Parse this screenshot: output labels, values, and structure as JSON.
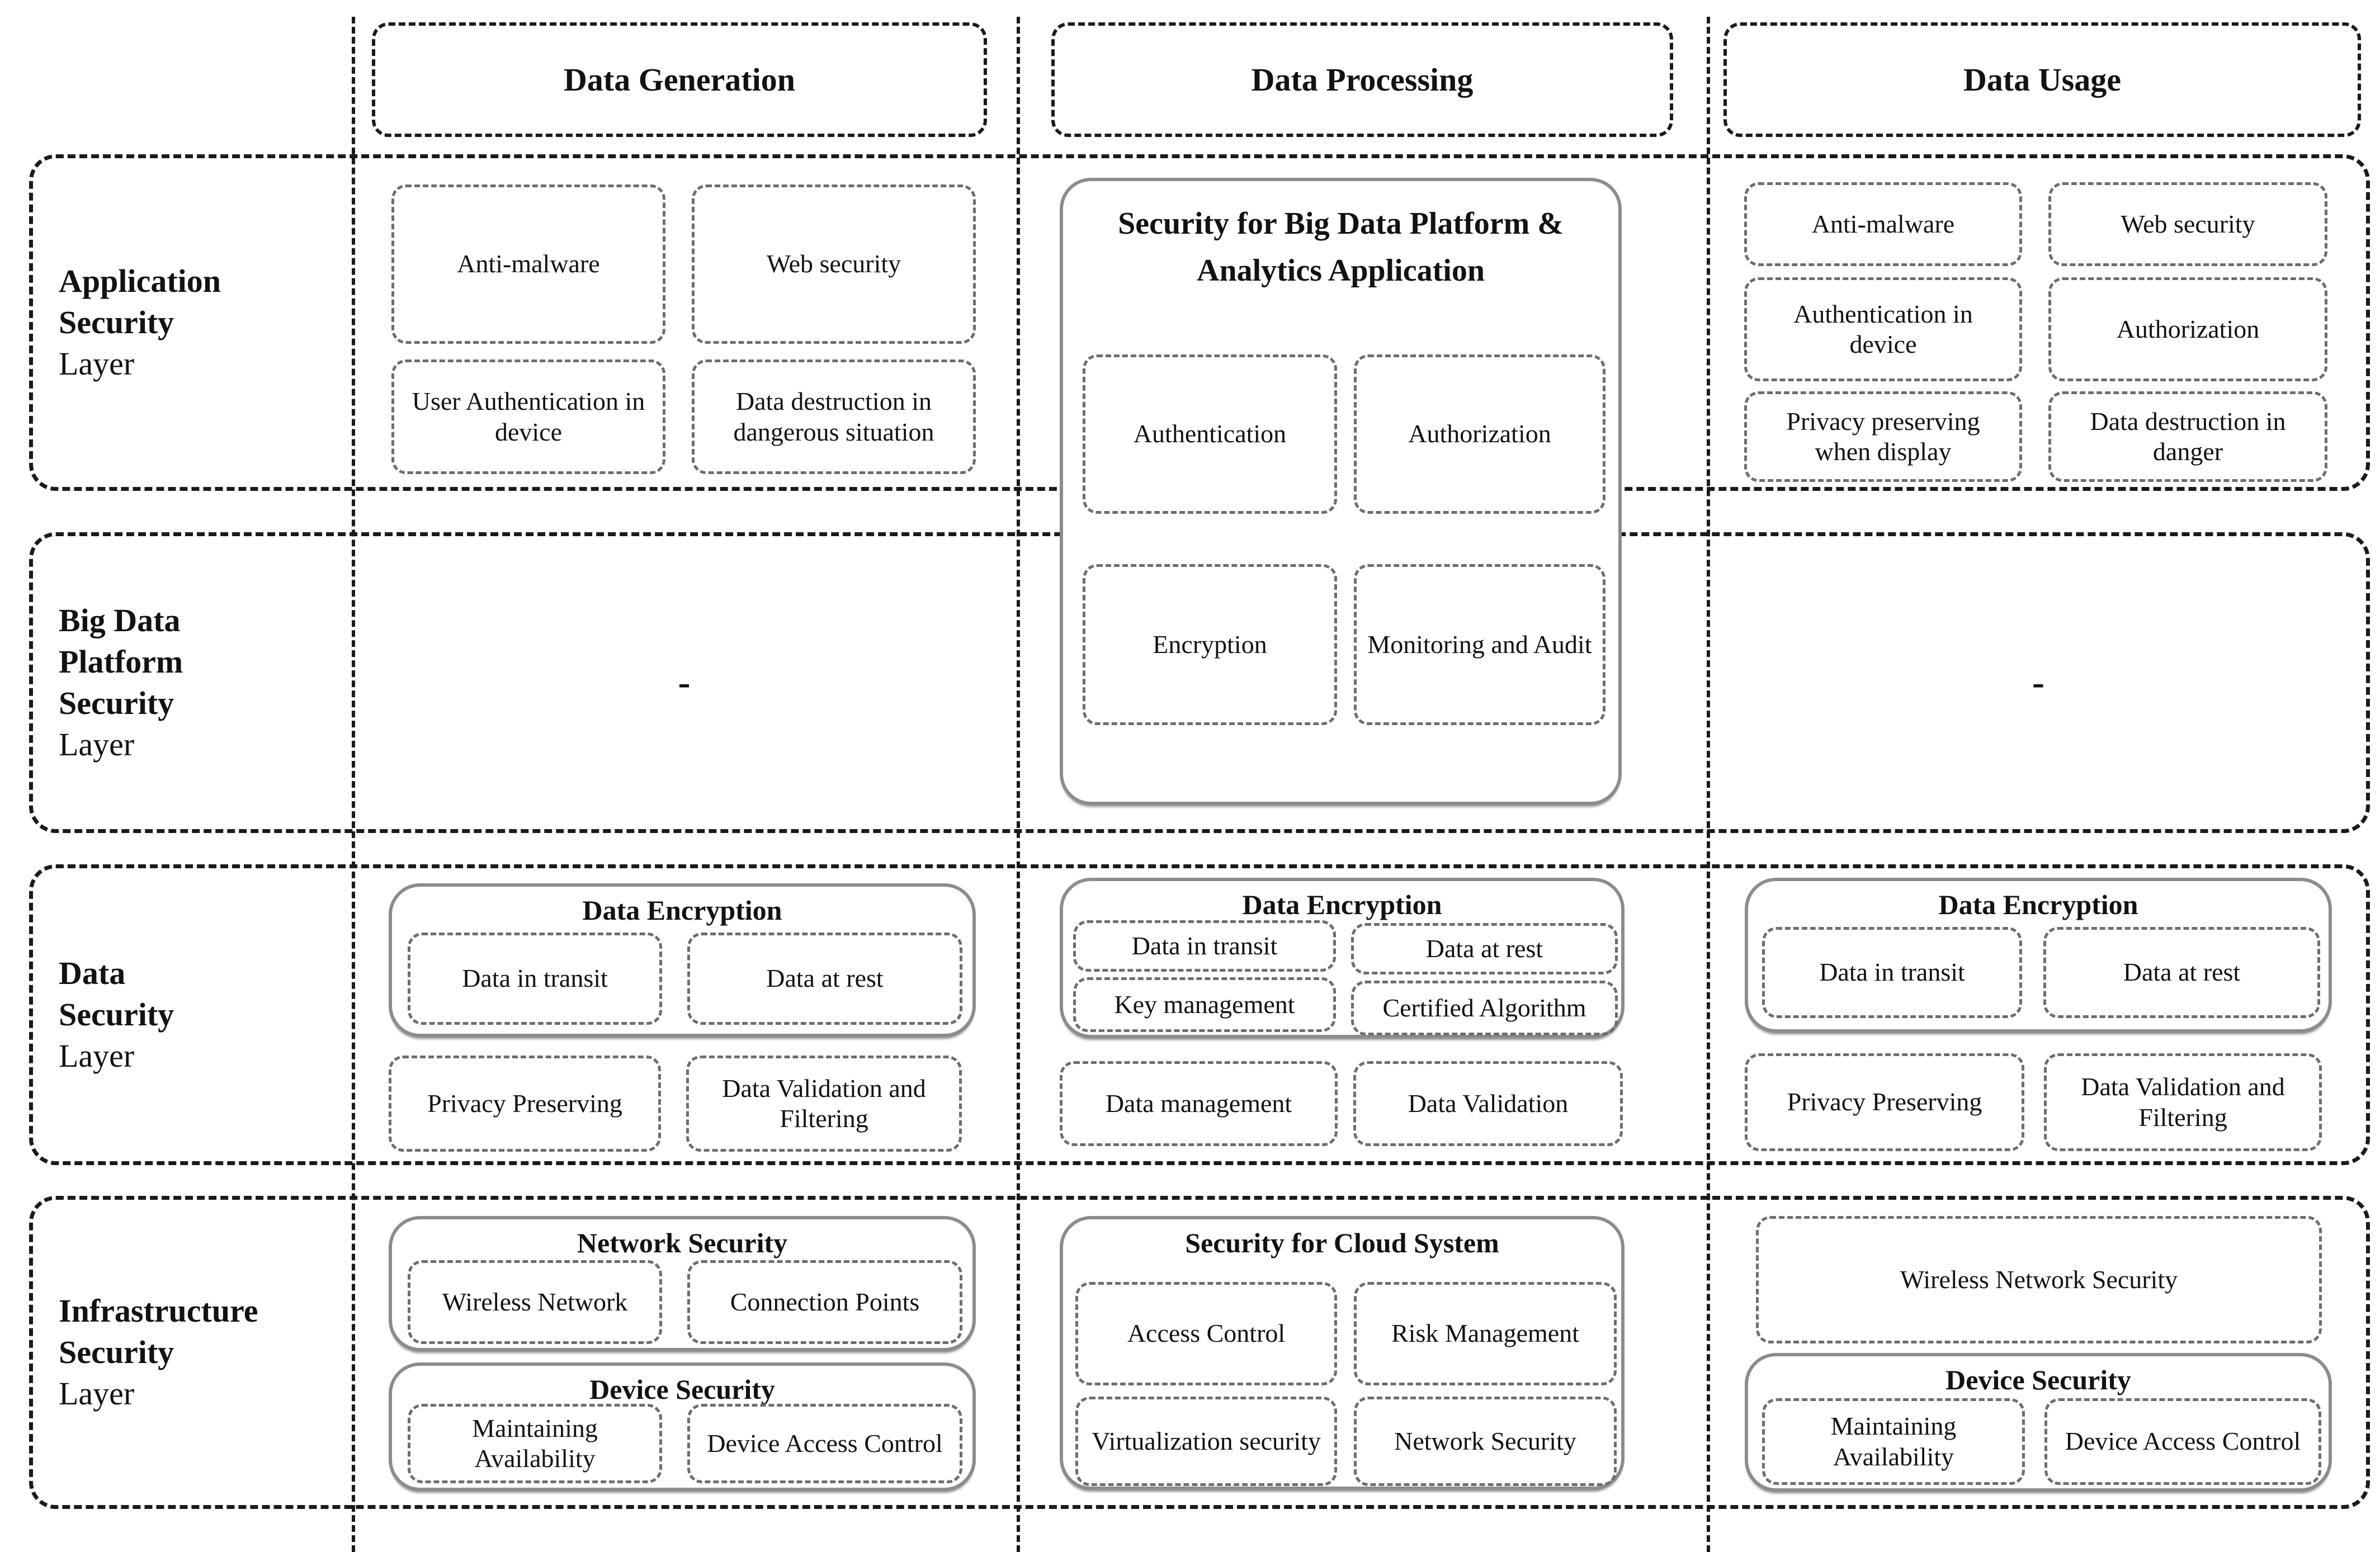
{
  "colors": {
    "background": "#ffffff",
    "frame_border": "#1a1a1a",
    "cell_border": "#6e6e6e",
    "container_border": "#8c8c8c",
    "text": "#121212"
  },
  "columns": {
    "generation": "Data Generation",
    "processing": "Data Processing",
    "usage": "Data Usage"
  },
  "row_labels": {
    "application": {
      "bold": "Application\nSecurity",
      "regular": "Layer"
    },
    "big_data_platform": {
      "bold": "Big Data\nPlatform\nSecurity",
      "regular": "Layer"
    },
    "data": {
      "bold": "Data\nSecurity",
      "regular": "Layer"
    },
    "infrastructure": {
      "bold": "Infrastructure\nSecurity",
      "regular": "Layer"
    }
  },
  "application_layer": {
    "generation": {
      "cells": [
        "Anti-malware",
        "Web security",
        "User Authentication in device",
        "Data destruction in dangerous situation"
      ]
    },
    "usage": {
      "cells": [
        "Anti-malware",
        "Web security",
        "Authentication in device",
        "Authorization",
        "Privacy preserving when display",
        "Data destruction in danger"
      ]
    }
  },
  "big_data_platform_layer": {
    "generation_placeholder": "-",
    "usage_placeholder": "-",
    "processing_box": {
      "title": "Security for Big Data Platform &\nAnalytics Application",
      "cells": [
        "Authentication",
        "Authorization",
        "Encryption",
        "Monitoring and Audit"
      ]
    }
  },
  "data_layer": {
    "generation": {
      "encryption_title": "Data Encryption",
      "encryption_cells": [
        "Data in transit",
        "Data at rest"
      ],
      "cells": [
        "Privacy Preserving",
        "Data Validation and Filtering"
      ]
    },
    "processing": {
      "encryption_title": "Data Encryption",
      "encryption_cells": [
        "Data in transit",
        "Data at rest",
        "Key management",
        "Certified Algorithm"
      ],
      "cells": [
        "Data management",
        "Data Validation"
      ]
    },
    "usage": {
      "encryption_title": "Data Encryption",
      "encryption_cells": [
        "Data in transit",
        "Data at rest"
      ],
      "cells": [
        "Privacy Preserving",
        "Data Validation and Filtering"
      ]
    }
  },
  "infrastructure_layer": {
    "generation": {
      "network": {
        "title": "Network Security",
        "cells": [
          "Wireless Network",
          "Connection Points"
        ]
      },
      "device": {
        "title": "Device Security",
        "cells": [
          "Maintaining Availability",
          "Device Access Control"
        ]
      }
    },
    "processing": {
      "cloud": {
        "title": "Security for Cloud System",
        "cells": [
          "Access Control",
          "Risk Management",
          "Virtualization security",
          "Network Security"
        ]
      }
    },
    "usage": {
      "wireless": "Wireless Network Security",
      "device": {
        "title": "Device Security",
        "cells": [
          "Maintaining Availability",
          "Device Access Control"
        ]
      }
    }
  }
}
